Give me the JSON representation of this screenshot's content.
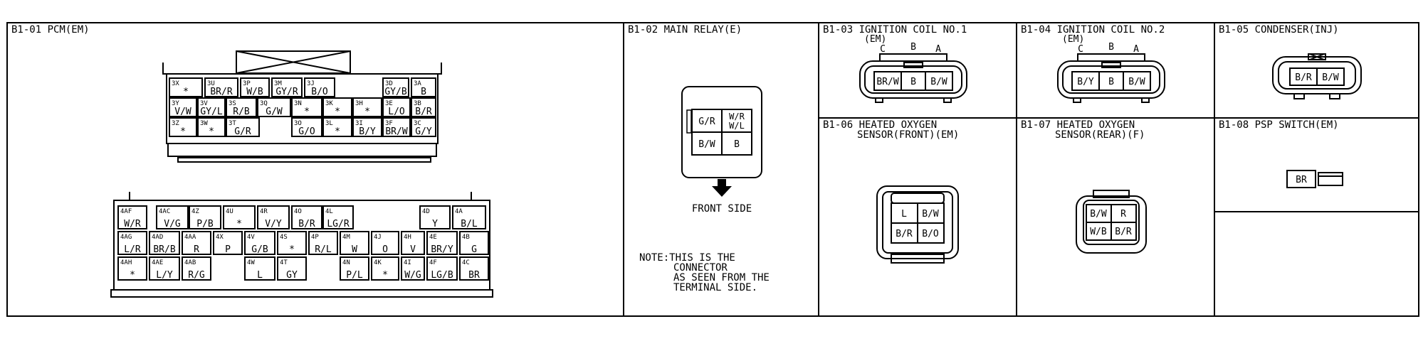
{
  "panels": [
    {
      "id": "B1-01",
      "title": "B1-01 PCM(EM)"
    },
    {
      "id": "B1-02",
      "title": "B1-02 MAIN RELAY(E)",
      "front_label": "FRONT SIDE",
      "note": [
        "NOTE:THIS IS THE",
        "CONNECTOR",
        "AS SEEN FROM THE",
        "TERMINAL SIDE."
      ]
    },
    {
      "id": "B1-03",
      "title": [
        "B1-03 IGNITION COIL NO.1",
        "(EM)"
      ]
    },
    {
      "id": "B1-04",
      "title": [
        "B1-04 IGNITION COIL NO.2",
        "(EM)"
      ]
    },
    {
      "id": "B1-05",
      "title": "B1-05 CONDENSER(INJ)"
    },
    {
      "id": "B1-06",
      "title": [
        "B1-06 HEATED OXYGEN",
        "SENSOR(FRONT)(EM)"
      ]
    },
    {
      "id": "B1-07",
      "title": [
        "B1-07 HEATED OXYGEN",
        "SENSOR(REAR)(F)"
      ]
    },
    {
      "id": "B1-08",
      "title": "B1-08 PSP SWITCH(EM)"
    }
  ],
  "pcm_3": {
    "row1": [
      [
        "3X",
        "*"
      ],
      [
        "3U",
        "BR/R"
      ],
      [
        "3P",
        "W/B"
      ],
      [
        "3M",
        "GY/R"
      ],
      [
        "3J",
        "B/O"
      ],
      [
        "3D",
        "GY/B"
      ],
      [
        "3A",
        "B"
      ]
    ],
    "row2": [
      [
        "3Y",
        "V/W"
      ],
      [
        "3V",
        "GY/L"
      ],
      [
        "3S",
        "R/B"
      ],
      [
        "3Q",
        "G/W"
      ],
      [
        "3N",
        "*"
      ],
      [
        "3K",
        "*"
      ],
      [
        "3H",
        "*"
      ],
      [
        "3E",
        "L/O"
      ],
      [
        "3B",
        "B/R"
      ]
    ],
    "row3": [
      [
        "3Z",
        "*"
      ],
      [
        "3W",
        "*"
      ],
      [
        "3T",
        "G/R"
      ],
      [
        "3O",
        "G/O"
      ],
      [
        "3L",
        "*"
      ],
      [
        "3I",
        "B/Y"
      ],
      [
        "3F",
        "BR/W"
      ],
      [
        "3C",
        "G/Y"
      ]
    ]
  },
  "pcm_4": {
    "row1": [
      [
        "4AF",
        "W/R"
      ],
      [
        "4AC",
        "V/G"
      ],
      [
        "4Z",
        "P/B"
      ],
      [
        "4U",
        "*"
      ],
      [
        "4R",
        "V/Y"
      ],
      [
        "4O",
        "B/R"
      ],
      [
        "4L",
        "LG/R"
      ],
      [
        "4D",
        "Y"
      ],
      [
        "4A",
        "B/L"
      ]
    ],
    "row2": [
      [
        "4AG",
        "L/R"
      ],
      [
        "4AD",
        "BR/B"
      ],
      [
        "4AA",
        "R"
      ],
      [
        "4X",
        "P"
      ],
      [
        "4V",
        "G/B"
      ],
      [
        "4S",
        "*"
      ],
      [
        "4P",
        "R/L"
      ],
      [
        "4M",
        "W"
      ],
      [
        "4J",
        "O"
      ],
      [
        "4H",
        "V"
      ],
      [
        "4E",
        "BR/Y"
      ],
      [
        "4B",
        "G"
      ]
    ],
    "row3": [
      [
        "4AH",
        "*"
      ],
      [
        "4AE",
        "L/Y"
      ],
      [
        "4AB",
        "R/G"
      ],
      [
        "4W",
        "L"
      ],
      [
        "4T",
        "GY"
      ],
      [
        "4N",
        "P/L"
      ],
      [
        "4K",
        "*"
      ],
      [
        "4I",
        "W/G"
      ],
      [
        "4F",
        "LG/B"
      ],
      [
        "4C",
        "BR"
      ]
    ]
  },
  "relay": [
    [
      "G/R",
      "W/R",
      "W/L",
      "B/W",
      "B"
    ]
  ],
  "coil1": {
    "pins": [
      "C",
      "B",
      "A"
    ],
    "wires": [
      "BR/W",
      "B",
      "B/W"
    ]
  },
  "coil2": {
    "pins": [
      "C",
      "B",
      "A"
    ],
    "wires": [
      "B/Y",
      "B",
      "B/W"
    ]
  },
  "condenser": {
    "wires": [
      "B/R",
      "B/W"
    ]
  },
  "o2front": {
    "wires": [
      "L",
      "B/W",
      "B/R",
      "B/O"
    ]
  },
  "o2rear": {
    "wires": [
      "B/W",
      "R",
      "W/B",
      "B/R"
    ]
  },
  "psp": {
    "wires": [
      "BR"
    ]
  }
}
